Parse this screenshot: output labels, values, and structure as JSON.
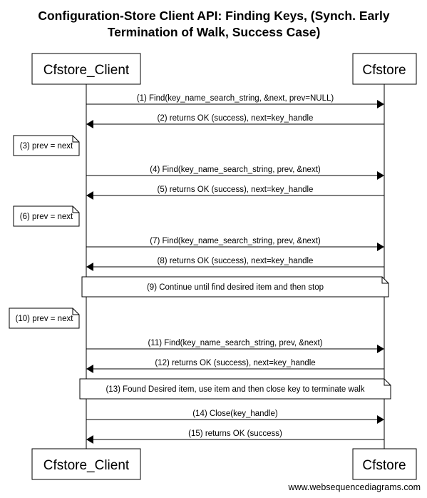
{
  "title": {
    "line1": "Configuration-Store Client API: Finding Keys, (Synch. Early",
    "line2": "Termination of Walk, Success Case)"
  },
  "participants": {
    "client": "Cfstore_Client",
    "store": "Cfstore"
  },
  "steps": [
    {
      "kind": "message",
      "from": "client",
      "to": "store",
      "label": "(1) Find(key_name_search_string, &next, prev=NULL)"
    },
    {
      "kind": "message",
      "from": "store",
      "to": "client",
      "label": "(2) returns OK (success), next=key_handle"
    },
    {
      "kind": "note",
      "anchor": "client-left",
      "text": "(3) prev = next"
    },
    {
      "kind": "message",
      "from": "client",
      "to": "store",
      "label": "(4) Find(key_name_search_string, prev, &next)"
    },
    {
      "kind": "message",
      "from": "store",
      "to": "client",
      "label": "(5) returns OK (success), next=key_handle"
    },
    {
      "kind": "note",
      "anchor": "client-left",
      "text": "(6) prev = next"
    },
    {
      "kind": "message",
      "from": "client",
      "to": "store",
      "label": "(7) Find(key_name_search_string, prev, &next)"
    },
    {
      "kind": "message",
      "from": "store",
      "to": "client",
      "label": "(8) returns OK (success), next=key_handle"
    },
    {
      "kind": "note",
      "anchor": "span",
      "text": "(9) Continue until find desired item and then stop"
    },
    {
      "kind": "note",
      "anchor": "client-left",
      "text": "(10) prev = next"
    },
    {
      "kind": "message",
      "from": "client",
      "to": "store",
      "label": "(11) Find(key_name_search_string, prev, &next)"
    },
    {
      "kind": "message",
      "from": "store",
      "to": "client",
      "label": "(12) returns OK (success), next=key_handle"
    },
    {
      "kind": "note",
      "anchor": "span",
      "text": "(13) Found Desired item, use item and then close key to terminate walk"
    },
    {
      "kind": "message",
      "from": "client",
      "to": "store",
      "label": "(14) Close(key_handle)"
    },
    {
      "kind": "message",
      "from": "store",
      "to": "client",
      "label": "(15) returns OK (success)"
    }
  ],
  "watermark": "www.websequencediagrams.com"
}
